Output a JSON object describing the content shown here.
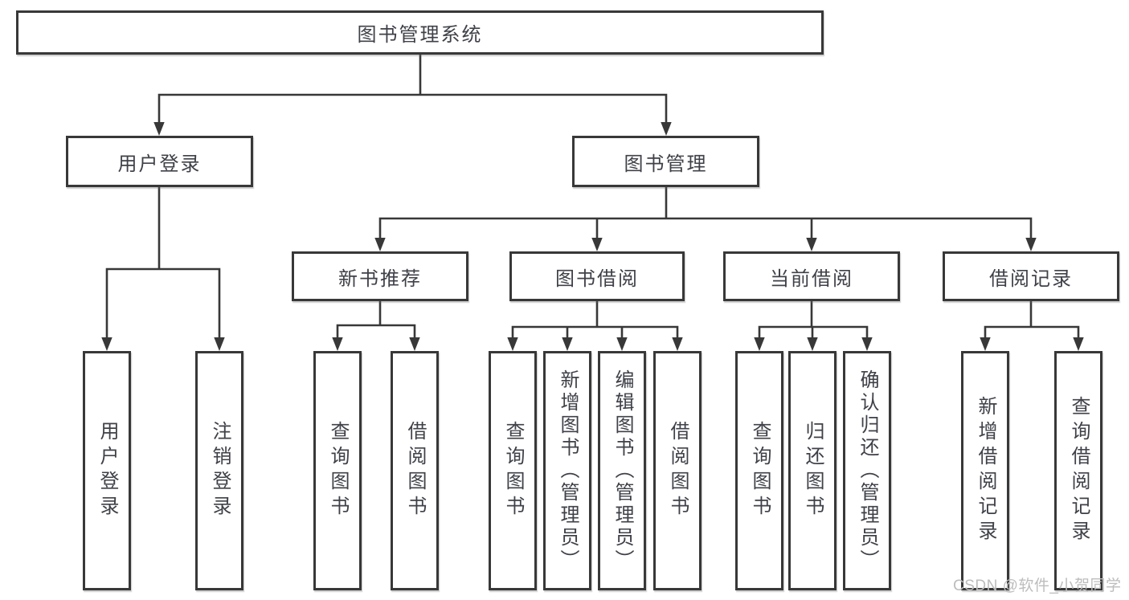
{
  "title": "图书管理系统",
  "watermark": "CSDN @软件_小贺同学",
  "colors": {
    "line": "#383838",
    "text": "#3f4148",
    "watermark": "#bdbdbd",
    "background": "#ffffff"
  },
  "chart_type": "org-tree-diagram",
  "tree": {
    "root": {
      "label": "图书管理系统"
    },
    "branches": [
      {
        "label": "用户登录",
        "children": [
          {
            "label": "用户登录"
          },
          {
            "label": "注销登录"
          }
        ]
      },
      {
        "label": "图书管理",
        "children": [
          {
            "label": "新书推荐",
            "children": [
              {
                "label": "查询图书"
              },
              {
                "label": "借阅图书"
              }
            ]
          },
          {
            "label": "图书借阅",
            "children": [
              {
                "label": "查询图书"
              },
              {
                "label": "新增图书（管理员）"
              },
              {
                "label": "编辑图书（管理员）"
              },
              {
                "label": "借阅图书"
              }
            ]
          },
          {
            "label": "当前借阅",
            "children": [
              {
                "label": "查询图书"
              },
              {
                "label": "归还图书"
              },
              {
                "label": "确认归还（管理员）"
              }
            ]
          },
          {
            "label": "借阅记录",
            "children": [
              {
                "label": "新增借阅记录"
              },
              {
                "label": "查询借阅记录"
              }
            ]
          }
        ]
      }
    ]
  }
}
